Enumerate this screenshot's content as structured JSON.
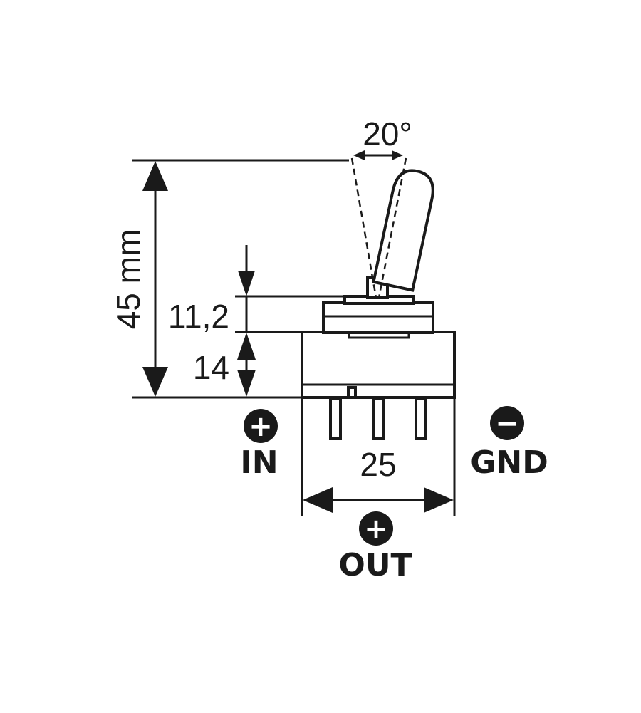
{
  "dimensions": {
    "angle": "20°",
    "total_height": "45 mm",
    "bushing_height": "11,2",
    "body_height": "14",
    "body_width": "25"
  },
  "terminals": {
    "in": {
      "label": "IN",
      "symbol": "+"
    },
    "gnd": {
      "label": "GND",
      "symbol": "−"
    },
    "out": {
      "label": "OUT",
      "symbol": "+"
    }
  }
}
